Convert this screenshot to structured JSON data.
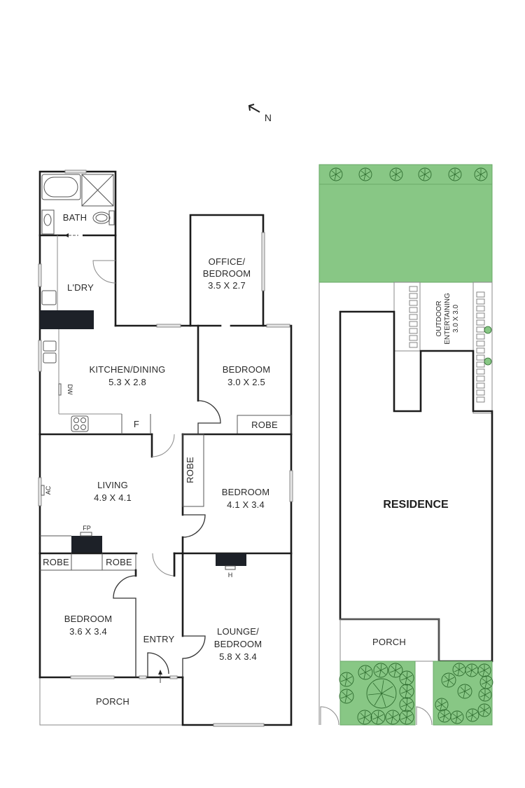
{
  "compass": {
    "label": "N",
    "icon": "north-arrow-icon"
  },
  "floor_plan": {
    "rooms": [
      {
        "id": "bath",
        "name": "BATH",
        "dims": ""
      },
      {
        "id": "laundry",
        "name": "L'DRY",
        "dims": ""
      },
      {
        "id": "office",
        "name": "OFFICE/",
        "name2": "BEDROOM",
        "dims": "3.5 X 2.7"
      },
      {
        "id": "kitchen",
        "name": "KITCHEN/DINING",
        "dims": "5.3 X 2.8"
      },
      {
        "id": "bedroom1",
        "name": "BEDROOM",
        "dims": "3.0 X 2.5"
      },
      {
        "id": "living",
        "name": "LIVING",
        "dims": "4.9 X 4.1"
      },
      {
        "id": "bedroom2",
        "name": "BEDROOM",
        "dims": "4.1 X 3.4"
      },
      {
        "id": "bedroom3",
        "name": "BEDROOM",
        "dims": "3.6 X 3.4"
      },
      {
        "id": "entry",
        "name": "ENTRY",
        "dims": ""
      },
      {
        "id": "lounge",
        "name": "LOUNGE/",
        "name2": "BEDROOM",
        "dims": "5.8 X 3.4"
      },
      {
        "id": "porch",
        "name": "PORCH",
        "dims": ""
      }
    ],
    "fixtures": {
      "robe": "ROBE",
      "fridge": "F",
      "dishwasher": "DW",
      "aircon": "AC",
      "fireplace": "FP",
      "heater": "H"
    }
  },
  "site_plan": {
    "residence": "RESIDENCE",
    "outdoor": {
      "name1": "OUTDOOR",
      "name2": "ENTERTAINING",
      "dims": "3.0 X 3.0"
    },
    "porch": "PORCH",
    "colors": {
      "grass": "#88c785",
      "tree": "#2d6b2e",
      "wall": "#1c1c1c"
    }
  }
}
